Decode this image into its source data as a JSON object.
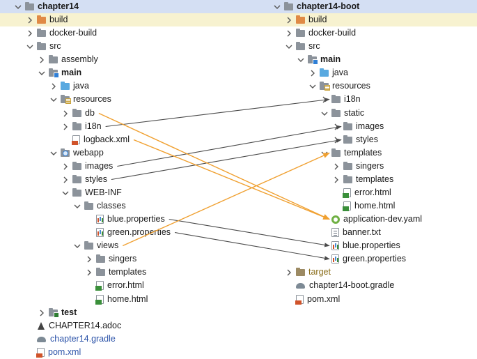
{
  "colors": {
    "header_bg": "#d4dff3",
    "highlight_bg": "#f7f2d0",
    "arrow_gray": "#4a4a4a",
    "arrow_orange": "#f0a030"
  },
  "left_tree": {
    "title": "chapter14",
    "rows": [
      {
        "id": "chapter14",
        "label": "chapter14",
        "depth": 0,
        "toggle": "open",
        "icon": "folder-gray",
        "style": "bold",
        "header": true
      },
      {
        "id": "build",
        "label": "build",
        "depth": 1,
        "toggle": "closed",
        "icon": "folder-orange",
        "highlight": true
      },
      {
        "id": "docker-build",
        "label": "docker-build",
        "depth": 1,
        "toggle": "closed",
        "icon": "folder-gray"
      },
      {
        "id": "src",
        "label": "src",
        "depth": 1,
        "toggle": "open",
        "icon": "folder-gray"
      },
      {
        "id": "assembly",
        "label": "assembly",
        "depth": 2,
        "toggle": "closed",
        "icon": "folder-gray"
      },
      {
        "id": "main",
        "label": "main",
        "depth": 2,
        "toggle": "open",
        "icon": "folder-main",
        "style": "bold"
      },
      {
        "id": "java",
        "label": "java",
        "depth": 3,
        "toggle": "closed",
        "icon": "folder-blue"
      },
      {
        "id": "resources",
        "label": "resources",
        "depth": 3,
        "toggle": "open",
        "icon": "folder-resources"
      },
      {
        "id": "db",
        "label": "db",
        "depth": 4,
        "toggle": "closed",
        "icon": "folder-gray"
      },
      {
        "id": "i18n",
        "label": "i18n",
        "depth": 4,
        "toggle": "closed",
        "icon": "folder-gray"
      },
      {
        "id": "logback",
        "label": "logback.xml",
        "depth": 4,
        "toggle": "none",
        "icon": "file-xml"
      },
      {
        "id": "webapp",
        "label": "webapp",
        "depth": 3,
        "toggle": "open",
        "icon": "folder-web"
      },
      {
        "id": "images",
        "label": "images",
        "depth": 4,
        "toggle": "closed",
        "icon": "folder-gray"
      },
      {
        "id": "styles",
        "label": "styles",
        "depth": 4,
        "toggle": "closed",
        "icon": "folder-gray"
      },
      {
        "id": "web-inf",
        "label": "WEB-INF",
        "depth": 4,
        "toggle": "open",
        "icon": "folder-gray"
      },
      {
        "id": "classes",
        "label": "classes",
        "depth": 5,
        "toggle": "open",
        "icon": "folder-gray"
      },
      {
        "id": "blue-props",
        "label": "blue.properties",
        "depth": 6,
        "toggle": "none",
        "icon": "file-properties"
      },
      {
        "id": "green-props",
        "label": "green.properties",
        "depth": 6,
        "toggle": "none",
        "icon": "file-properties"
      },
      {
        "id": "views",
        "label": "views",
        "depth": 5,
        "toggle": "open",
        "icon": "folder-gray"
      },
      {
        "id": "singers",
        "label": "singers",
        "depth": 6,
        "toggle": "closed",
        "icon": "folder-gray"
      },
      {
        "id": "templates",
        "label": "templates",
        "depth": 6,
        "toggle": "closed",
        "icon": "folder-gray"
      },
      {
        "id": "error-html",
        "label": "error.html",
        "depth": 6,
        "toggle": "none",
        "icon": "file-html"
      },
      {
        "id": "home-html",
        "label": "home.html",
        "depth": 6,
        "toggle": "none",
        "icon": "file-html"
      },
      {
        "id": "test",
        "label": "test",
        "depth": 2,
        "toggle": "closed",
        "icon": "folder-test",
        "style": "bold"
      },
      {
        "id": "adoc",
        "label": "CHAPTER14.adoc",
        "depth": 1,
        "toggle": "none",
        "icon": "file-adoc"
      },
      {
        "id": "gradle",
        "label": "chapter14.gradle",
        "depth": 1,
        "toggle": "none",
        "icon": "file-gradle",
        "style": "blue"
      },
      {
        "id": "pom",
        "label": "pom.xml",
        "depth": 1,
        "toggle": "none",
        "icon": "file-xml",
        "style": "blue"
      }
    ]
  },
  "right_tree": {
    "title": "chapter14-boot",
    "rows": [
      {
        "id": "chapter14-boot",
        "label": "chapter14-boot",
        "depth": 0,
        "toggle": "open",
        "icon": "folder-gray",
        "style": "bold",
        "header": true
      },
      {
        "id": "build",
        "label": "build",
        "depth": 1,
        "toggle": "closed",
        "icon": "folder-orange",
        "highlight": true
      },
      {
        "id": "docker-build",
        "label": "docker-build",
        "depth": 1,
        "toggle": "closed",
        "icon": "folder-gray"
      },
      {
        "id": "src",
        "label": "src",
        "depth": 1,
        "toggle": "open",
        "icon": "folder-gray"
      },
      {
        "id": "main",
        "label": "main",
        "depth": 2,
        "toggle": "open",
        "icon": "folder-main",
        "style": "bold"
      },
      {
        "id": "java",
        "label": "java",
        "depth": 3,
        "toggle": "closed",
        "icon": "folder-blue"
      },
      {
        "id": "resources",
        "label": "resources",
        "depth": 3,
        "toggle": "open",
        "icon": "folder-resources"
      },
      {
        "id": "i18n",
        "label": "i18n",
        "depth": 4,
        "toggle": "closed",
        "icon": "folder-gray"
      },
      {
        "id": "static",
        "label": "static",
        "depth": 4,
        "toggle": "open",
        "icon": "folder-gray"
      },
      {
        "id": "images",
        "label": "images",
        "depth": 5,
        "toggle": "closed",
        "icon": "folder-gray"
      },
      {
        "id": "styles",
        "label": "styles",
        "depth": 5,
        "toggle": "closed",
        "icon": "folder-gray"
      },
      {
        "id": "templates",
        "label": "templates",
        "depth": 4,
        "toggle": "open",
        "icon": "folder-gray"
      },
      {
        "id": "singers",
        "label": "singers",
        "depth": 5,
        "toggle": "closed",
        "icon": "folder-gray"
      },
      {
        "id": "templates-sub",
        "label": "templates",
        "depth": 5,
        "toggle": "closed",
        "icon": "folder-gray"
      },
      {
        "id": "error-html",
        "label": "error.html",
        "depth": 5,
        "toggle": "none",
        "icon": "file-html"
      },
      {
        "id": "home-html",
        "label": "home.html",
        "depth": 5,
        "toggle": "none",
        "icon": "file-html"
      },
      {
        "id": "app-dev-yaml",
        "label": "application-dev.yaml",
        "depth": 4,
        "toggle": "none",
        "icon": "file-yaml"
      },
      {
        "id": "banner",
        "label": "banner.txt",
        "depth": 4,
        "toggle": "none",
        "icon": "file-txt"
      },
      {
        "id": "blue-props",
        "label": "blue.properties",
        "depth": 4,
        "toggle": "none",
        "icon": "file-properties"
      },
      {
        "id": "green-props",
        "label": "green.properties",
        "depth": 4,
        "toggle": "none",
        "icon": "file-properties"
      },
      {
        "id": "target",
        "label": "target",
        "depth": 1,
        "toggle": "closed",
        "icon": "folder-tan",
        "style": "brown"
      },
      {
        "id": "boot-gradle",
        "label": "chapter14-boot.gradle",
        "depth": 1,
        "toggle": "none",
        "icon": "file-gradle"
      },
      {
        "id": "pom",
        "label": "pom.xml",
        "depth": 1,
        "toggle": "none",
        "icon": "file-xml"
      }
    ]
  },
  "mappings": [
    {
      "from": "i18n",
      "to": "i18n",
      "color": "gray"
    },
    {
      "from": "images",
      "to": "images",
      "color": "gray"
    },
    {
      "from": "styles",
      "to": "styles",
      "color": "gray"
    },
    {
      "from": "blue-props",
      "to": "blue-props",
      "color": "gray"
    },
    {
      "from": "green-props",
      "to": "green-props",
      "color": "gray"
    },
    {
      "from": "db",
      "to": "app-dev-yaml",
      "color": "orange"
    },
    {
      "from": "logback",
      "to": "app-dev-yaml",
      "color": "orange"
    },
    {
      "from": "views",
      "to": "templates",
      "color": "orange"
    }
  ]
}
